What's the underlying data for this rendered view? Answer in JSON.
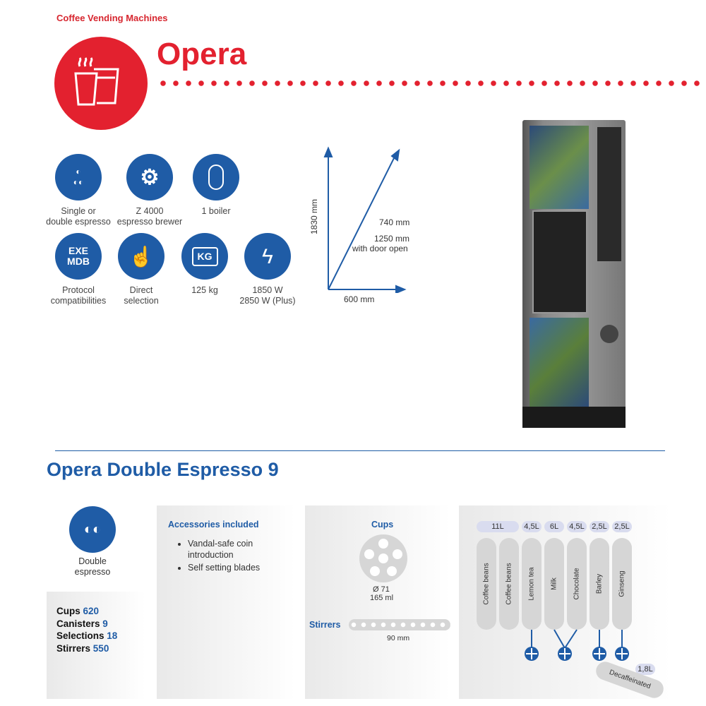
{
  "header": {
    "kicker": "Coffee Vending Machines",
    "title": "Opera"
  },
  "features": [
    {
      "icon": "coffee-beans-icon",
      "glyph": "◐ ◐◐",
      "line1": "Single or",
      "line2": "double espresso"
    },
    {
      "icon": "brewer-icon",
      "glyph": "⚙",
      "line1": "Z 4000",
      "line2": "espresso brewer"
    },
    {
      "icon": "boiler-icon",
      "glyph": "⬭",
      "line1": "1 boiler",
      "line2": ""
    },
    {
      "icon": "protocol-icon",
      "glyph": "",
      "line1": "Protocol",
      "line2": "compatibilities",
      "badge1": "EXE",
      "badge2": "MDB"
    },
    {
      "icon": "direct-selection-icon",
      "glyph": "☝",
      "line1": "Direct",
      "line2": "selection"
    },
    {
      "icon": "weight-icon",
      "glyph": "KG",
      "line1": "125 kg",
      "line2": ""
    },
    {
      "icon": "power-icon",
      "glyph": "⚡",
      "line1": "1850 W",
      "line2": "2850 W (Plus)"
    }
  ],
  "dimensions": {
    "height": "1830 mm",
    "depth": "740 mm",
    "depth_open": "1250 mm",
    "depth_open_note": "with door open",
    "width": "600 mm"
  },
  "model": {
    "title": "Opera Double Espresso 9",
    "type_line1": "Double",
    "type_line2": "espresso",
    "specs": [
      {
        "label": "Cups",
        "value": "620"
      },
      {
        "label": "Canisters",
        "value": "9"
      },
      {
        "label": "Selections",
        "value": "18"
      },
      {
        "label": "Stirrers",
        "value": "550"
      }
    ],
    "accessories_title": "Accessories included",
    "accessories": [
      "Vandal-safe coin introduction",
      "Self setting blades"
    ],
    "cups_title": "Cups",
    "cup_diameter": "Ø 71",
    "cup_volume": "165 ml",
    "stirrers_title": "Stirrers",
    "stirrer_length": "90 mm"
  },
  "canisters": {
    "capacities": [
      "11L",
      "4,5L",
      "6L",
      "4,5L",
      "2,5L",
      "2,5L"
    ],
    "names": [
      "Coffee beans",
      "Coffee beans",
      "Lemon tea",
      "Milk",
      "Chocolate",
      "Barley",
      "Ginseng"
    ],
    "extra": {
      "name": "Decaffeinated",
      "capacity": "1,8L"
    }
  },
  "colors": {
    "red": "#e3212f",
    "blue": "#1f5ca6"
  }
}
